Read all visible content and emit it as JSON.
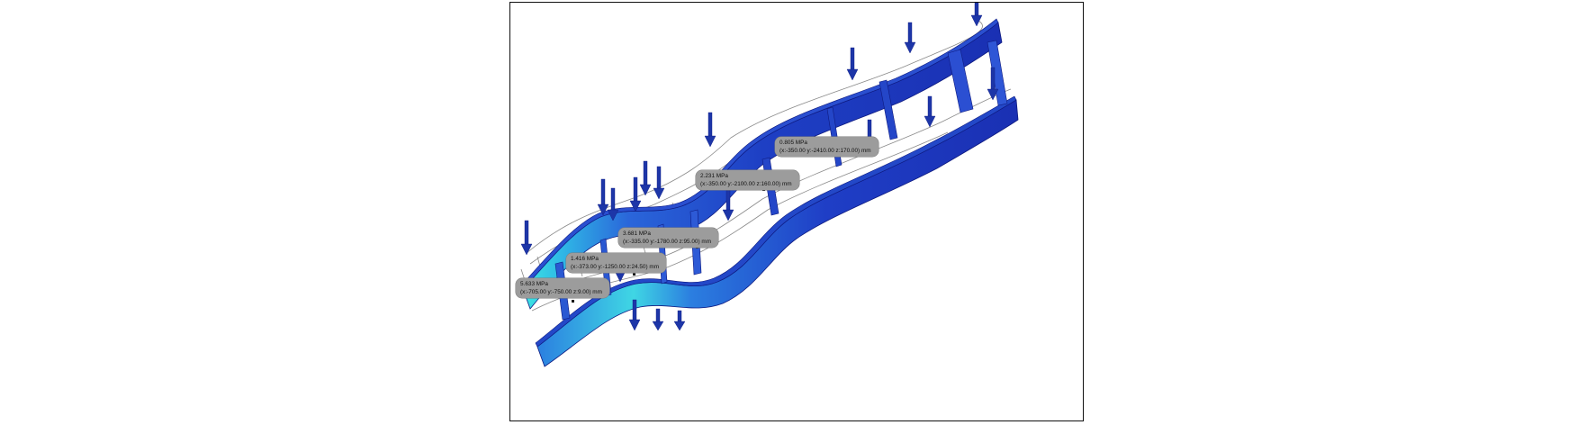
{
  "colors": {
    "frame_dark": "#1a2fb0",
    "frame_mid": "#2a55d6",
    "stress_high": "#3fe4e0",
    "arrow": "#1d36a8",
    "callout_bg": "#9c9c9c"
  },
  "probes": [
    {
      "value": "0.805 MPa",
      "coords": "(x:-350.00 y:-2410.00 z:170.00) mm"
    },
    {
      "value": "2.231 MPa",
      "coords": "(x:-350.00 y:-2100.00 z:160.00) mm"
    },
    {
      "value": "3.681 MPa",
      "coords": "(x:-335.00 y:-1780.00 z:95.00) mm"
    },
    {
      "value": "1.416 MPa",
      "coords": "(x:-373.00 y:-1250.00 z:24.50) mm"
    },
    {
      "value": "5.633 MPa",
      "coords": "(x:-705.00 y:-750.00 z:9.00) mm"
    }
  ]
}
